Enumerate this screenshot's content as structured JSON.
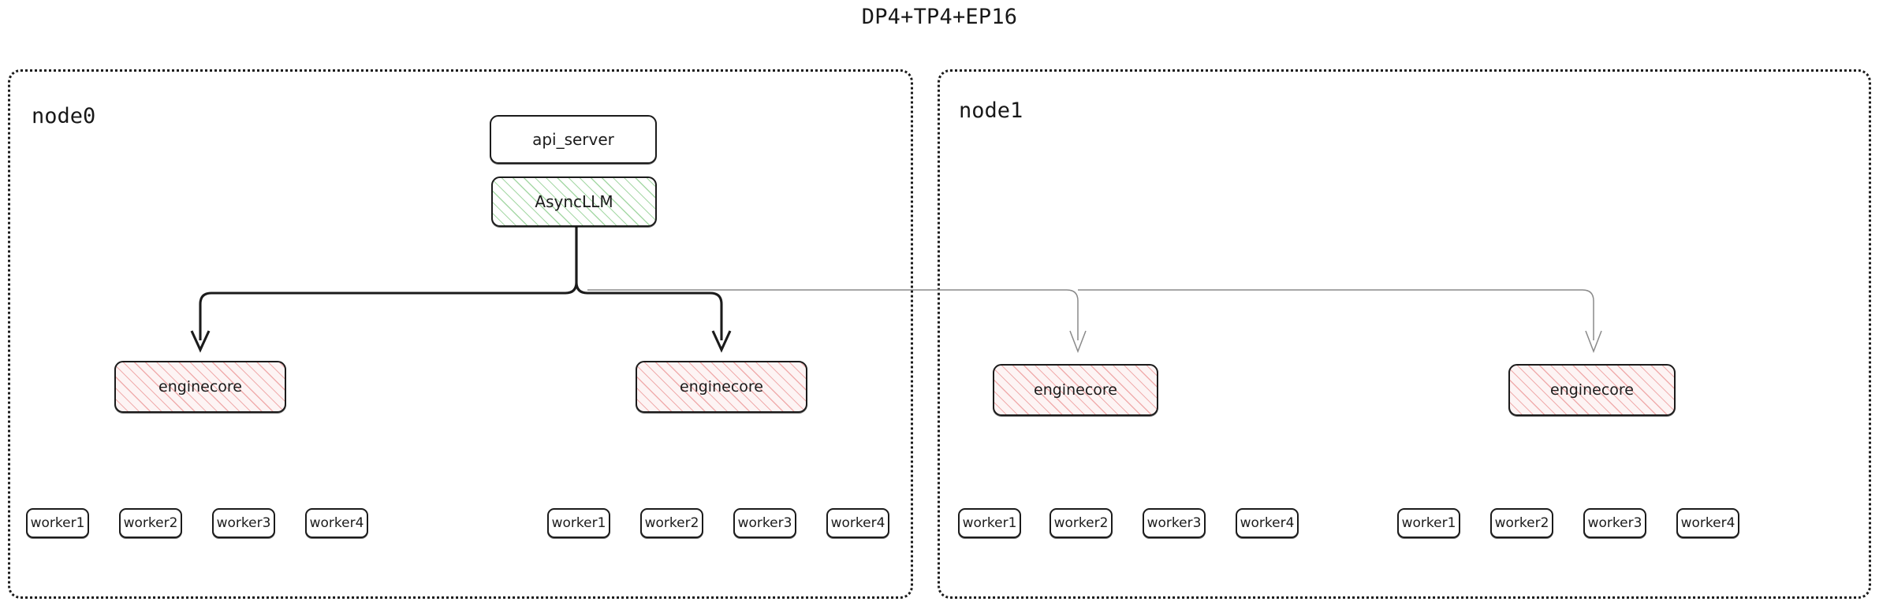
{
  "diagram": {
    "title": "DP4+TP4+EP16",
    "type": "flowchart",
    "colors": {
      "stroke": "#1b1b1b",
      "edge_dark": "#1b1b1b",
      "edge_light": "#8a8a8a",
      "asyncllm_hatch": "#5cb85c",
      "enginecore_hatch": "#e57373",
      "background": "#ffffff"
    }
  },
  "nodes": {
    "api_server": {
      "label": "api_server"
    },
    "async_llm": {
      "label": "AsyncLLM"
    }
  },
  "subgraphs": [
    {
      "id": "node0",
      "label": "node0",
      "enginecores": [
        {
          "label": "enginecore",
          "workers": [
            {
              "label": "worker1"
            },
            {
              "label": "worker2"
            },
            {
              "label": "worker3"
            },
            {
              "label": "worker4"
            }
          ]
        },
        {
          "label": "enginecore",
          "workers": [
            {
              "label": "worker1"
            },
            {
              "label": "worker2"
            },
            {
              "label": "worker3"
            },
            {
              "label": "worker4"
            }
          ]
        }
      ]
    },
    {
      "id": "node1",
      "label": "node1",
      "enginecores": [
        {
          "label": "enginecore",
          "workers": [
            {
              "label": "worker1"
            },
            {
              "label": "worker2"
            },
            {
              "label": "worker3"
            },
            {
              "label": "worker4"
            }
          ]
        },
        {
          "label": "enginecore",
          "workers": [
            {
              "label": "worker1"
            },
            {
              "label": "worker2"
            },
            {
              "label": "worker3"
            },
            {
              "label": "worker4"
            }
          ]
        }
      ]
    }
  ]
}
